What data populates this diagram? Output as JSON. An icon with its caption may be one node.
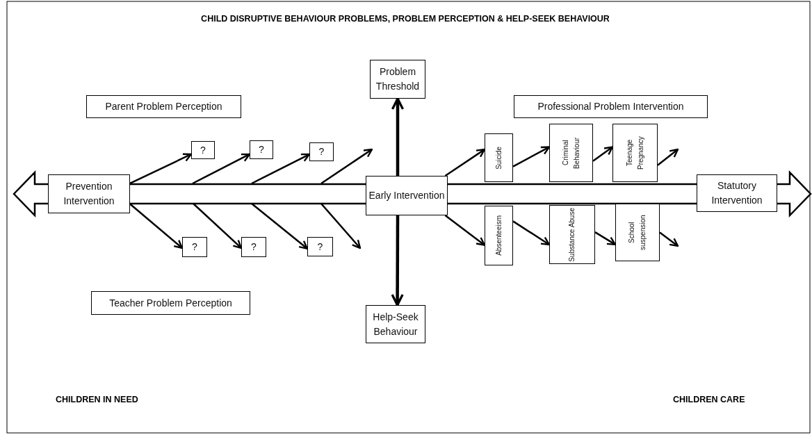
{
  "diagram": {
    "title": "CHILD DISRUPTIVE BEHAVIOUR PROBLEMS, PROBLEM PERCEPTION & HELP-SEEK BEHAVIOUR",
    "nodes": [
      {
        "text": [
          "Parent Problem Perception"
        ]
      },
      {
        "text": [
          "Problem Threshold"
        ]
      },
      {
        "text": [
          "Professional Problem Intervention"
        ]
      },
      {
        "text": [
          "?"
        ]
      },
      {
        "text": [
          "?"
        ]
      },
      {
        "text": [
          "?"
        ]
      },
      {
        "text": [
          "Prevention Intervention"
        ]
      },
      {
        "text": [
          "Early Intervention"
        ]
      },
      {
        "text": [
          "Statutory Intervention"
        ]
      },
      {
        "text": [
          "Suicide"
        ]
      },
      {
        "text": [
          "Criminal Behaviour"
        ]
      },
      {
        "text": [
          "Teenage Pregnancy"
        ]
      },
      {
        "text": [
          "Absenteeism"
        ]
      },
      {
        "text": [
          "Substance Abuse"
        ]
      },
      {
        "text": [
          "School suspension"
        ]
      },
      {
        "text": [
          "?"
        ]
      },
      {
        "text": [
          "?"
        ]
      },
      {
        "text": [
          "?"
        ]
      },
      {
        "text": [
          "Help-Seek Behaviour"
        ]
      },
      {
        "text": [
          "Teacher Problem Perception"
        ]
      }
    ],
    "edges": [
      {
        "from": 7,
        "to": 1,
        "arrow": "to",
        "style": "thick"
      },
      {
        "from": 7,
        "to": 18,
        "arrow": "to",
        "style": "thick"
      },
      {
        "from": 6,
        "to": 3,
        "arrow": "to"
      },
      {
        "from": null,
        "to": 4,
        "arrow": "to"
      },
      {
        "from": null,
        "to": 5,
        "arrow": "to"
      },
      {
        "from": 6,
        "to": 15,
        "arrow": "to"
      },
      {
        "from": null,
        "to": 16,
        "arrow": "to"
      },
      {
        "from": null,
        "to": 17,
        "arrow": "to"
      },
      {
        "from": 7,
        "to": 9,
        "arrow": "to"
      },
      {
        "from": 9,
        "to": 10,
        "arrow": "to"
      },
      {
        "from": 10,
        "to": 11,
        "arrow": "to"
      },
      {
        "from": 11,
        "to": null,
        "arrow": "to"
      },
      {
        "from": 7,
        "to": 12,
        "arrow": "to"
      },
      {
        "from": 12,
        "to": 13,
        "arrow": "to"
      },
      {
        "from": 13,
        "to": 14,
        "arrow": "to"
      },
      {
        "from": 14,
        "to": null,
        "arrow": "to"
      }
    ],
    "labels": [
      "CHILDREN IN NEED",
      "CHILDREN CARE"
    ]
  }
}
